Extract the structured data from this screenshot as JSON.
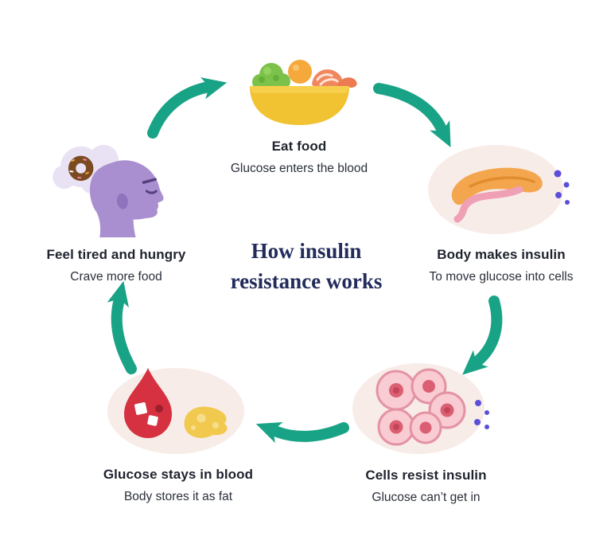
{
  "center_title": {
    "line1": "How insulin",
    "line2": "resistance works"
  },
  "stages": [
    {
      "label": "Eat food",
      "description": "Glucose enters the blood",
      "icon": "food-bowl-icon"
    },
    {
      "label": "Body makes insulin",
      "description": "To move glucose into cells",
      "icon": "pancreas-icon"
    },
    {
      "label": "Cells resist insulin",
      "description": "Glucose can’t get in",
      "icon": "resistant-cells-icon"
    },
    {
      "label": "Glucose stays in blood",
      "description": "Body stores it as fat",
      "icon": "blood-glucose-icon"
    },
    {
      "label": "Feel tired and hungry",
      "description": "Crave more food",
      "icon": "tired-hungry-icon"
    }
  ],
  "colors": {
    "arrow": "#19A386",
    "title": "#222B5A",
    "text": "#1F232E",
    "illustration_bg": "#F7ECE8"
  }
}
